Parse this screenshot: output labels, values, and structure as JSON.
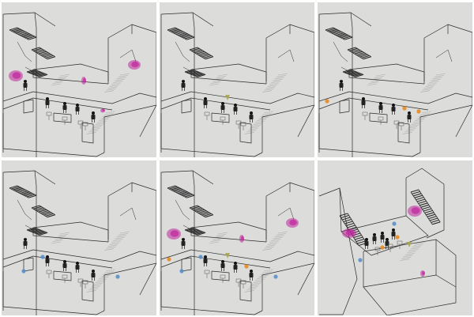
{
  "figure": {
    "panels": [
      {
        "id": "p1",
        "variant": "front",
        "markers": [
          "magenta-blob-left",
          "magenta-blob-mid",
          "magenta-blob-right",
          "magenta-small-right"
        ],
        "caption": [
          "",
          ""
        ]
      },
      {
        "id": "p2",
        "variant": "front",
        "markers": [
          "olive-pin"
        ],
        "caption": [
          "",
          ""
        ]
      },
      {
        "id": "p3",
        "variant": "front",
        "markers": [
          "orange-left",
          "orange-mid",
          "orange-right"
        ],
        "caption": [
          "",
          ""
        ]
      },
      {
        "id": "p4",
        "variant": "front",
        "markers": [
          "blue-left",
          "blue-mid",
          "blue-right"
        ],
        "caption": [
          "",
          ""
        ]
      },
      {
        "id": "p5",
        "variant": "front",
        "markers": [
          "magenta-blob-left",
          "magenta-blob-mid",
          "magenta-blob-right",
          "olive-pin",
          "orange-left",
          "orange-mid",
          "blue-left",
          "blue-mid",
          "blue-right"
        ],
        "caption": [
          "",
          ""
        ]
      },
      {
        "id": "p6",
        "variant": "top",
        "markers": [
          "magenta-blob-left",
          "magenta-blob-right",
          "magenta-small-right",
          "olive-pin",
          "orange-left",
          "orange-mid",
          "blue-left",
          "blue-mid"
        ],
        "caption": [
          "",
          ""
        ]
      }
    ],
    "colors": {
      "background": "#dcdddb",
      "line": "#2a2a2a",
      "magenta": "#c0249c",
      "olive": "#a9a64a",
      "orange": "#e8891f",
      "blue": "#5b8fc9"
    }
  }
}
